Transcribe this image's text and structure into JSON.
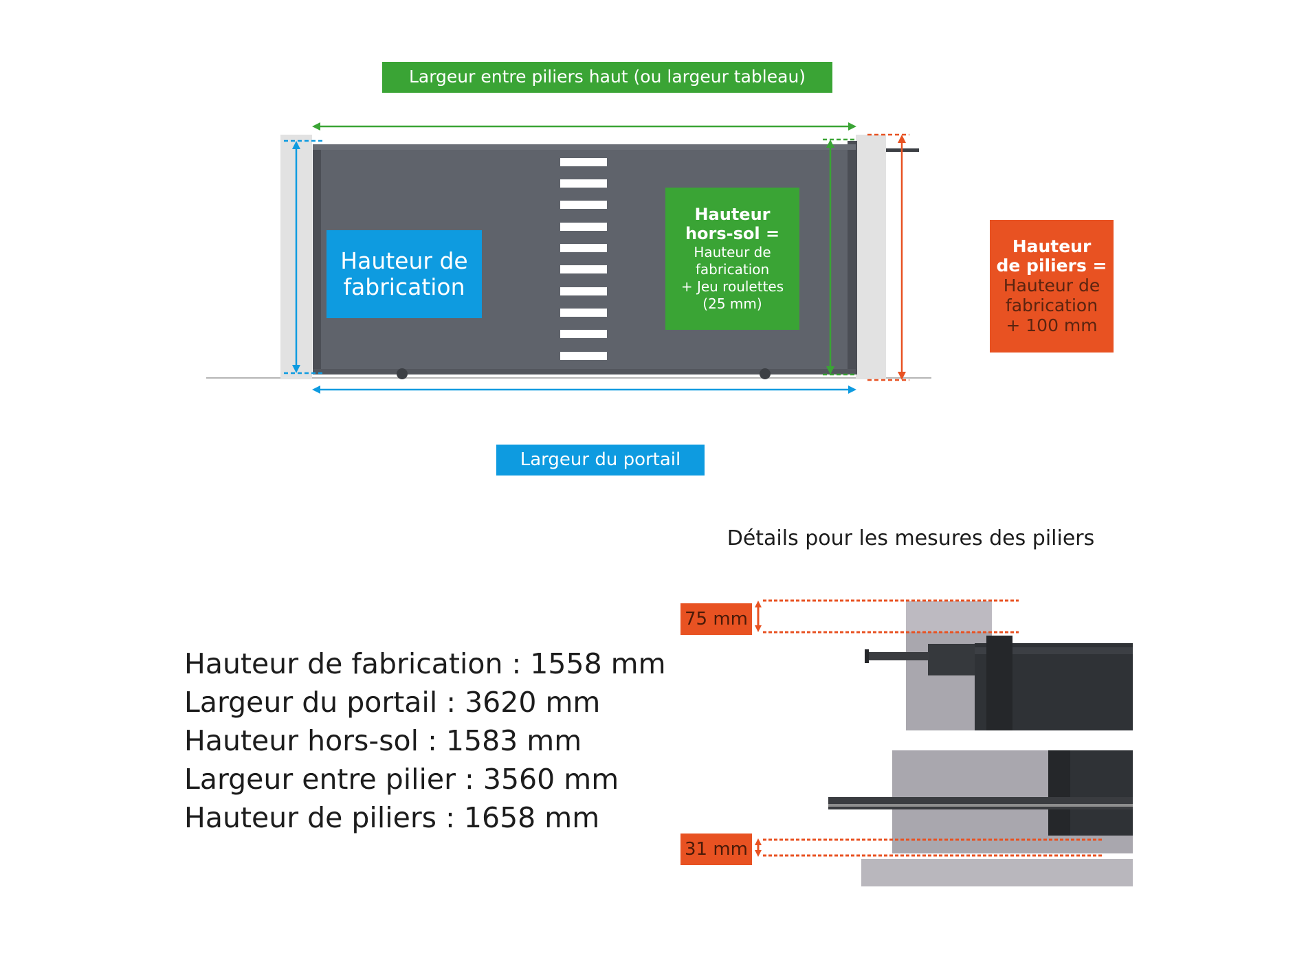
{
  "labels": {
    "top_width": "Largeur entre piliers haut (ou largeur tableau)",
    "gate_width": "Largeur du portail",
    "fabrication_line1": "Hauteur de",
    "fabrication_line2": "fabrication",
    "hors_sol_bold1": "Hauteur",
    "hors_sol_bold2": "hors-sol =",
    "hors_sol_line1": "Hauteur de",
    "hors_sol_line2": "fabrication",
    "hors_sol_line3": "+ Jeu roulettes",
    "hors_sol_line4": "(25 mm)",
    "piliers_bold1": "Hauteur",
    "piliers_bold2": "de piliers =",
    "piliers_line1": "Hauteur de",
    "piliers_line2": "fabrication",
    "piliers_line3": "+ 100 mm"
  },
  "details": {
    "title": "Détails pour les mesures des piliers",
    "top_gap": "75 mm",
    "bottom_gap": "31 mm"
  },
  "measurements": [
    "Hauteur de fabrication : 1558 mm",
    "Largeur du portail : 3620 mm",
    "Hauteur hors-sol : 1583 mm",
    "Largeur entre pilier : 3560 mm",
    "Hauteur de piliers : 1658 mm"
  ],
  "colors": {
    "green": "#3aa435",
    "blue": "#0e9be0",
    "orange": "#e85222",
    "gate": "#5f636b"
  }
}
